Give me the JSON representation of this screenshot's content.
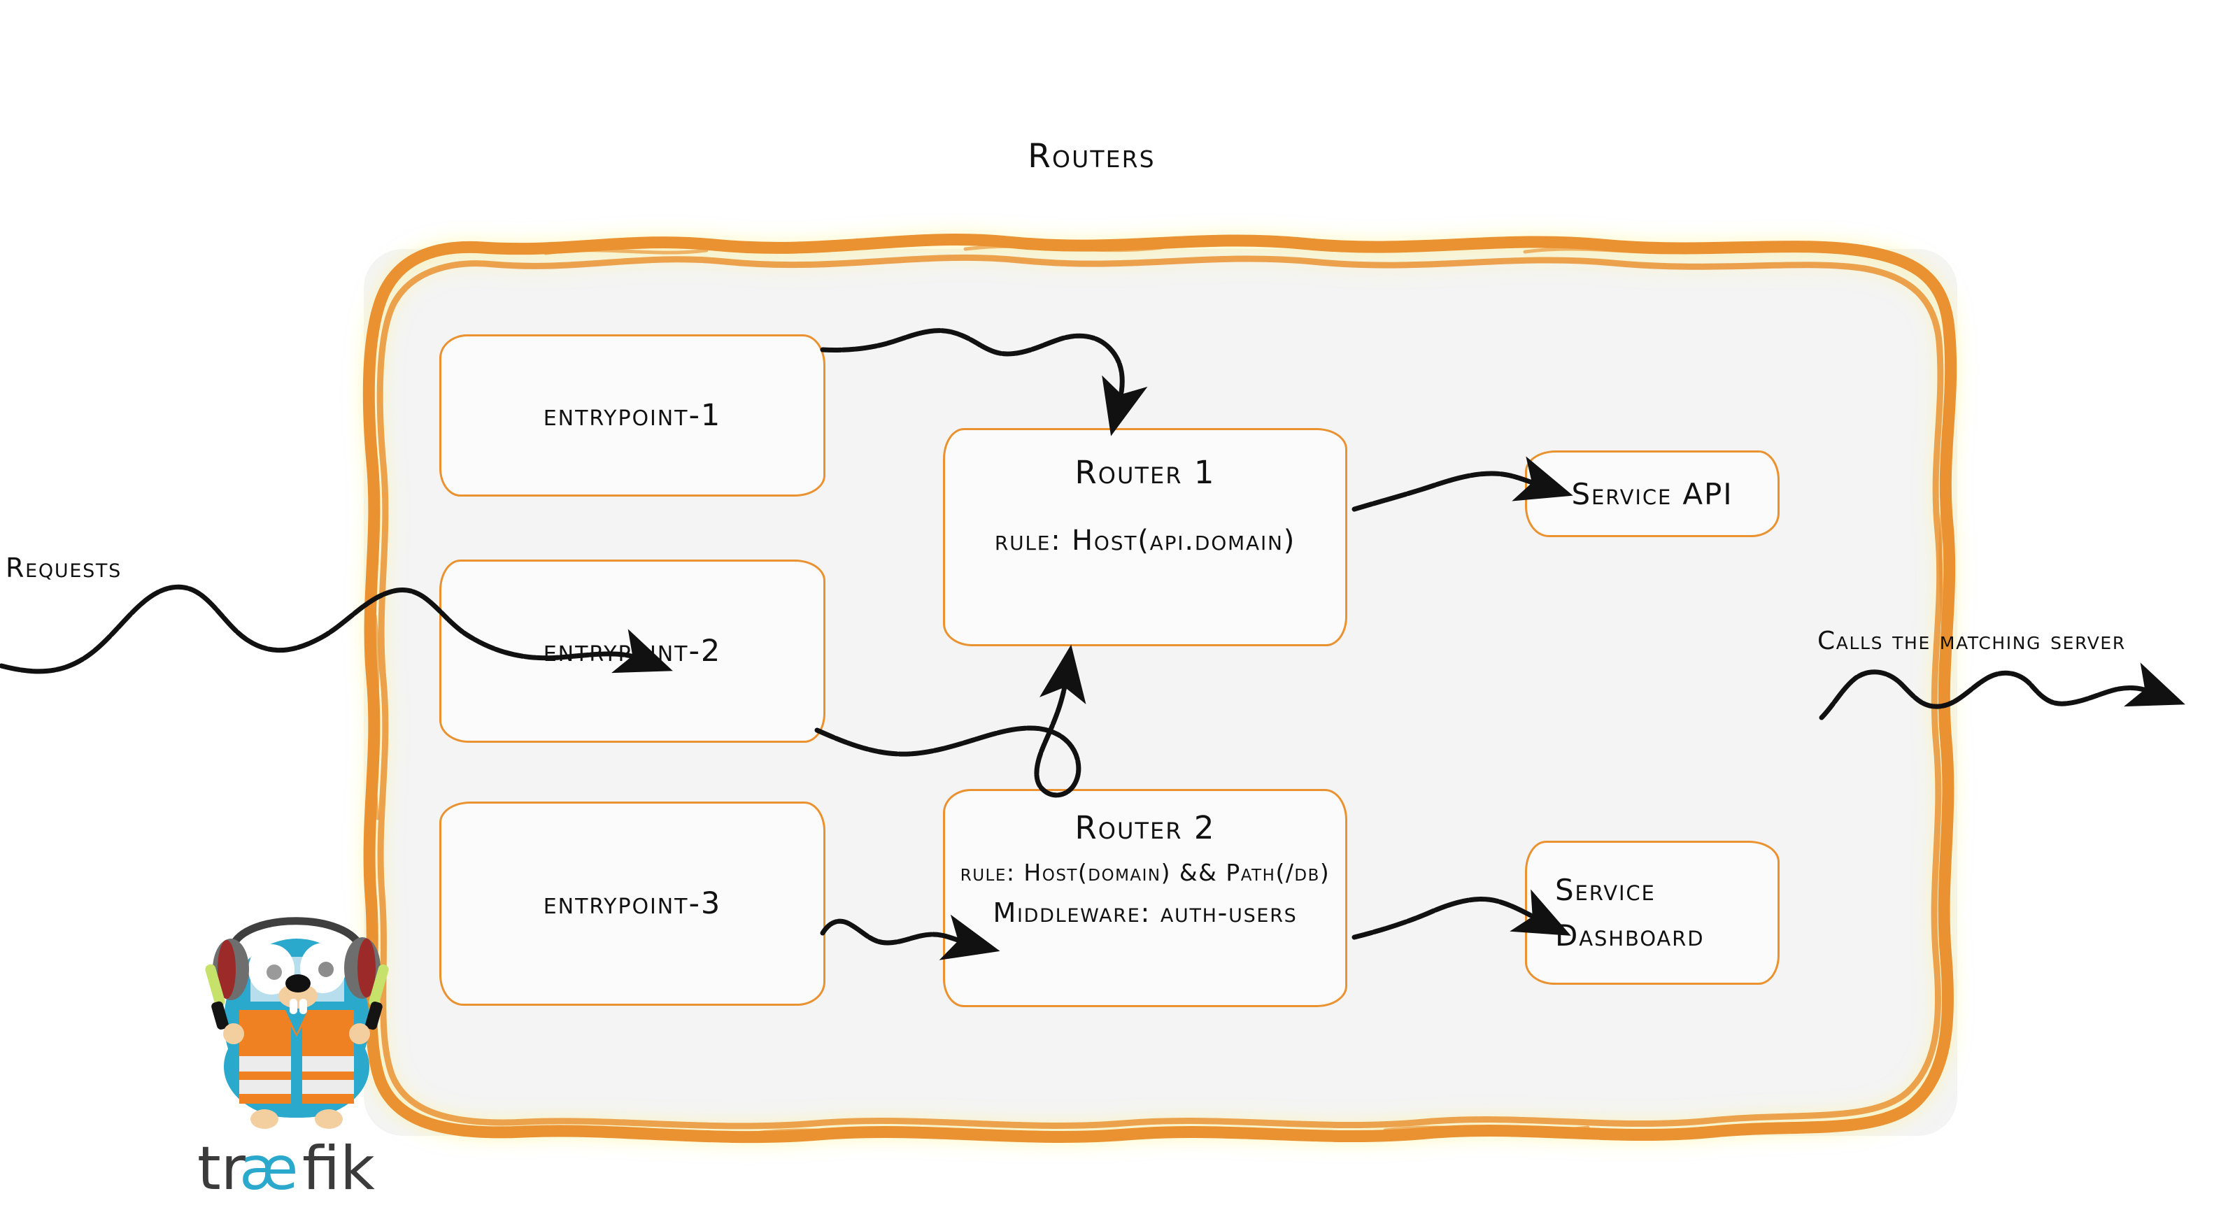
{
  "diagram": {
    "title": "Routers",
    "theme": {
      "accent_orange": "#ea9130",
      "panel_fill": "#f4f4f4",
      "node_fill": "#fbfbfb",
      "ink": "#111111"
    }
  },
  "entrypoints": [
    {
      "label": "entrypoint-1"
    },
    {
      "label": "entrypoint-2"
    },
    {
      "label": "entrypoint-3"
    }
  ],
  "routers": [
    {
      "name": "Router 1",
      "rule": "rule: Host(api.domain)",
      "middleware": ""
    },
    {
      "name": "Router 2",
      "rule": "rule: Host(domain) && Path(/db)",
      "middleware": "Middleware: auth-users"
    }
  ],
  "services": [
    {
      "line1": "Service API",
      "line2": ""
    },
    {
      "line1": "Service",
      "line2": "Dashboard"
    }
  ],
  "captions": {
    "requests": "Requests",
    "calls": "Calls the matching server"
  },
  "logo": {
    "wordmark_pre": "tr",
    "wordmark_ae": "æ",
    "wordmark_post": "fik",
    "body_color": "#2ba9cd",
    "vest_color": "#f08122",
    "wordmark_color": "#3b3b3b",
    "wordmark_accent": "#2ba9cd"
  }
}
